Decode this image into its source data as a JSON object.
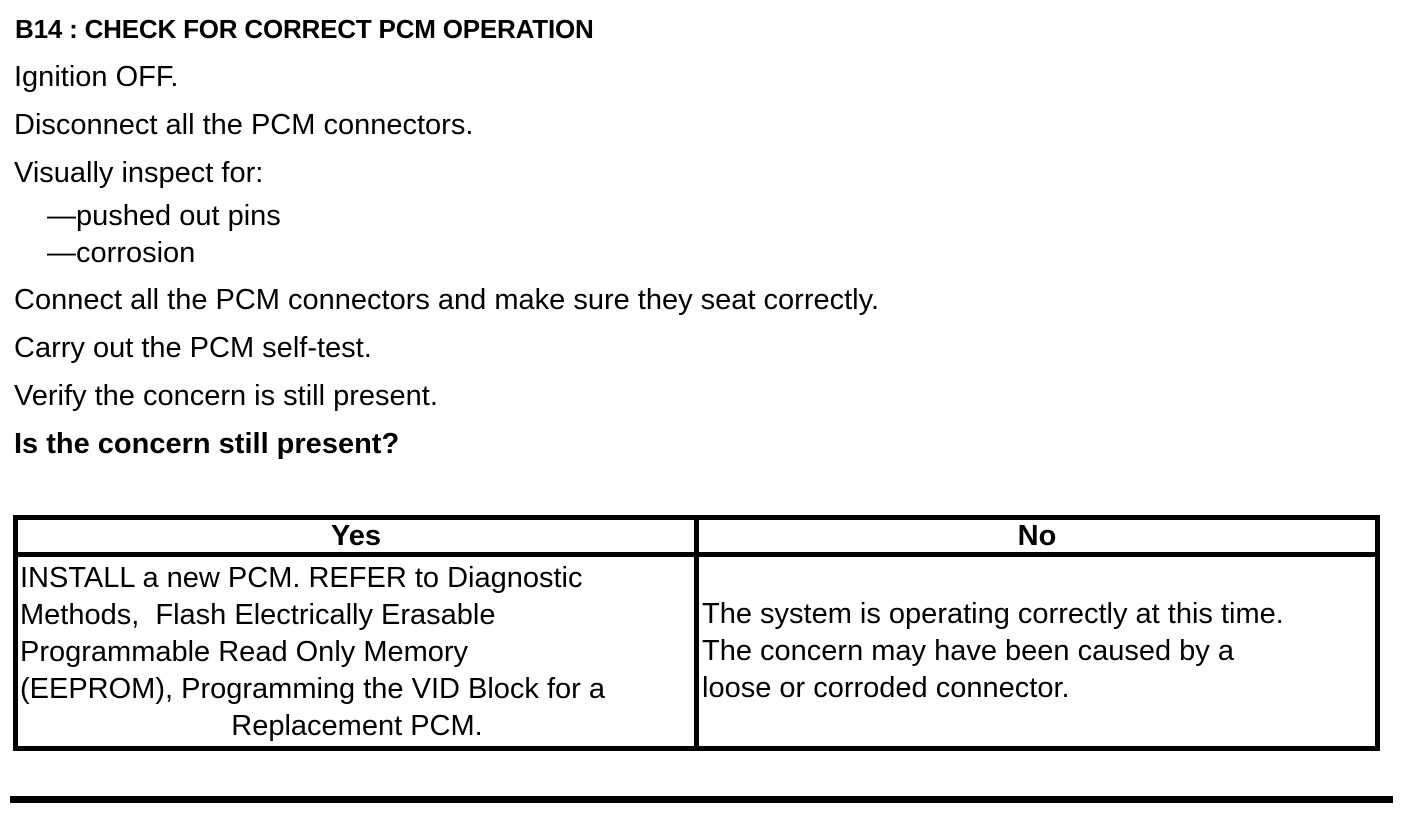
{
  "document": {
    "heading": "B14 : CHECK FOR CORRECT PCM OPERATION",
    "instructions": [
      {
        "text": "Ignition OFF."
      },
      {
        "text": "Disconnect all the PCM connectors."
      },
      {
        "text": "Visually inspect for:"
      },
      {
        "text": "—pushed out pins",
        "indent": true
      },
      {
        "text": "—corrosion",
        "indent": true
      },
      {
        "text": "Connect all the PCM connectors and make sure they seat correctly."
      },
      {
        "text": "Carry out the PCM self-test."
      },
      {
        "text": "Verify the concern is still present."
      }
    ],
    "question": "Is the concern still present?",
    "results_table": {
      "yes_header": "Yes",
      "no_header": "No",
      "yes_cell_lines": [
        {
          "text": "INSTALL a new PCM. REFER to Diagnostic"
        },
        {
          "text": "Methods,  Flash Electrically Erasable"
        },
        {
          "text": "Programmable Read Only Memory"
        },
        {
          "text": "(EEPROM), Programming the VID Block for a"
        },
        {
          "text": "Replacement PCM.",
          "center": true
        }
      ],
      "no_cell_lines": [
        {
          "text": "The system is operating correctly at this time."
        },
        {
          "text": "The concern may have been caused by a"
        },
        {
          "text": "loose or corroded connector."
        }
      ]
    },
    "colors": {
      "text": "#000000",
      "background": "#ffffff",
      "border": "#000000"
    }
  }
}
